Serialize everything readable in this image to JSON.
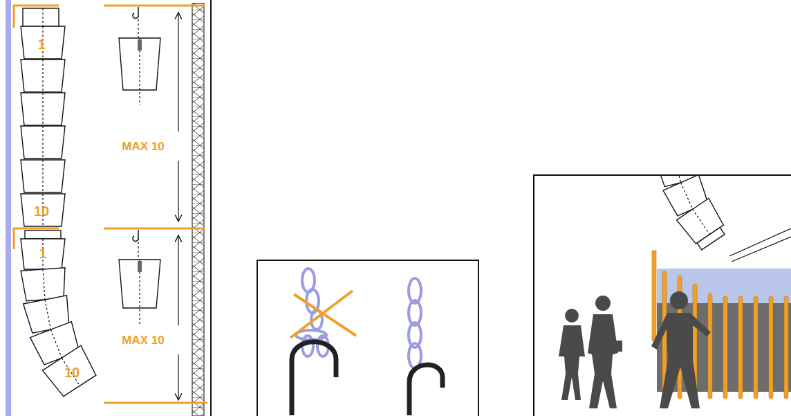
{
  "diagram": {
    "labels": [
      "1",
      "MAX 10",
      "10",
      "1",
      "MAX 10",
      "10"
    ]
  }
}
